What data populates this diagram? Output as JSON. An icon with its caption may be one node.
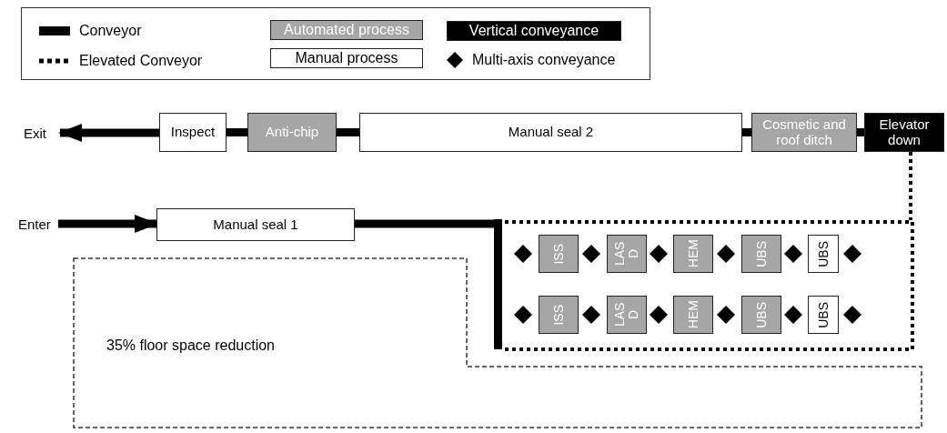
{
  "diagram": {
    "nodes": [
      {
        "text": [
          "Exit"
        ]
      },
      {
        "text": [
          "Inspect"
        ]
      },
      {
        "text": [
          "Anti-chip"
        ]
      },
      {
        "text": [
          "Manual seal 2"
        ]
      },
      {
        "text": [
          "Cosmetic and roof ditch"
        ]
      },
      {
        "text": [
          "Elevator down"
        ]
      },
      {
        "text": [
          "Enter"
        ]
      },
      {
        "text": [
          "Manual seal 1"
        ]
      },
      {
        "text": [],
        "shape": "bar"
      },
      {
        "text": [],
        "shape": "box"
      },
      {
        "text": [],
        "shape": "diamond",
        "in": 9
      },
      {
        "text": [
          "ISS"
        ],
        "in": 9
      },
      {
        "text": [],
        "shape": "diamond",
        "in": 9
      },
      {
        "text": [
          "LAS D"
        ],
        "in": 9
      },
      {
        "text": [],
        "shape": "diamond",
        "in": 9
      },
      {
        "text": [
          "HEM"
        ],
        "in": 9
      },
      {
        "text": [],
        "shape": "diamond",
        "in": 9
      },
      {
        "text": [
          "UBS"
        ],
        "in": 9
      },
      {
        "text": [],
        "shape": "diamond",
        "in": 9
      },
      {
        "text": [
          "UBS"
        ],
        "in": 9
      },
      {
        "text": [],
        "shape": "diamond",
        "in": 9
      },
      {
        "text": [],
        "shape": "diamond",
        "in": 9
      },
      {
        "text": [
          "ISS"
        ],
        "in": 9
      },
      {
        "text": [],
        "shape": "diamond",
        "in": 9
      },
      {
        "text": [
          "LAS D"
        ],
        "in": 9
      },
      {
        "text": [],
        "shape": "diamond",
        "in": 9
      },
      {
        "text": [
          "HEM"
        ],
        "in": 9
      },
      {
        "text": [],
        "shape": "diamond",
        "in": 9
      },
      {
        "text": [
          "UBS"
        ],
        "in": 9
      },
      {
        "text": [],
        "shape": "diamond",
        "in": 9
      },
      {
        "text": [
          "UBS"
        ],
        "in": 9
      },
      {
        "text": [],
        "shape": "diamond",
        "in": 9
      },
      {
        "text": [
          "35% floor space reduction"
        ]
      }
    ],
    "edges": [
      {
        "from": 1,
        "to": 0,
        "arrow": "to"
      },
      {
        "from": 2,
        "to": 1,
        "arrow": "none"
      },
      {
        "from": 3,
        "to": 2,
        "arrow": "none"
      },
      {
        "from": 4,
        "to": 3,
        "arrow": "none"
      },
      {
        "from": 5,
        "to": 4,
        "arrow": "none"
      },
      {
        "from": 6,
        "to": 7,
        "arrow": "to"
      },
      {
        "from": 7,
        "to": 8,
        "arrow": "none"
      },
      {
        "from": 5,
        "to": 9,
        "arrow": "none",
        "style": "dashed"
      }
    ],
    "legend": [
      {
        "text": "Conveyor"
      },
      {
        "text": "Elevated Conveyor"
      },
      {
        "text": "Automated process",
        "color": "#a6a6a6"
      },
      {
        "text": "Manual process",
        "color": "#ffffff"
      },
      {
        "text": "Vertical conveyance",
        "color": "#000000"
      },
      {
        "text": "Multi-axis conveyance"
      }
    ]
  }
}
